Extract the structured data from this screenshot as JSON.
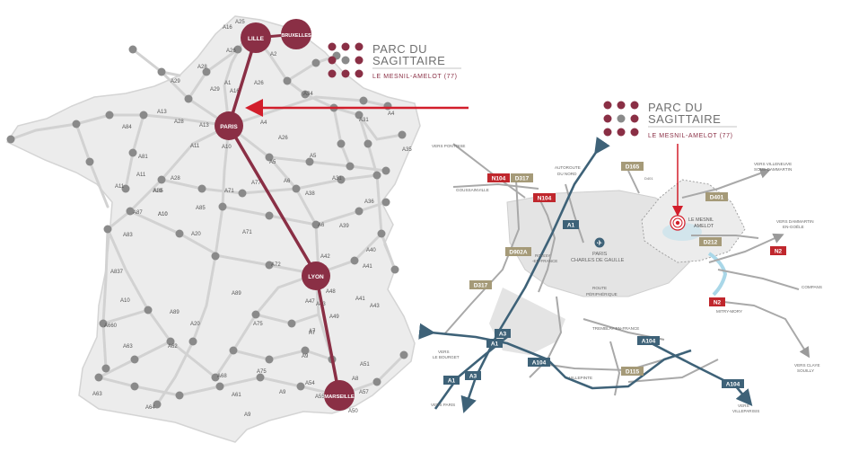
{
  "brand": {
    "title_line1": "PARC DU",
    "title_line2": "SAGITTAIRE",
    "subtitle": "LE MESNIL-AMELOT (77)",
    "colors": {
      "bordeaux": "#8a2f45",
      "grey": "#8c8c8c",
      "red": "#d21e2b",
      "blue": "#3e6278"
    }
  },
  "france_map": {
    "cities": [
      "LILLE",
      "BRUXELLES",
      "PARIS",
      "LYON",
      "MARSEILLE"
    ],
    "road_labels": [
      "A25",
      "A16",
      "A26",
      "A2",
      "A28",
      "A29",
      "A1",
      "A26",
      "A34",
      "A29",
      "A16",
      "A13",
      "A28",
      "A13",
      "A4",
      "A31",
      "A4",
      "A84",
      "A11",
      "A10",
      "A26",
      "A35",
      "A81",
      "A11",
      "A28",
      "A19",
      "A5",
      "A5",
      "A11",
      "A85",
      "A10",
      "A71",
      "A77",
      "A6",
      "A38",
      "A31",
      "A87",
      "A10",
      "A85",
      "A36",
      "A83",
      "A20",
      "A71",
      "A6",
      "A39",
      "A40",
      "A837",
      "A72",
      "A42",
      "A43",
      "A41",
      "A10",
      "A89",
      "A47",
      "A48",
      "A41",
      "A660",
      "A89",
      "A20",
      "A7",
      "A49",
      "A43",
      "A63",
      "A62",
      "A75",
      "A7",
      "A9",
      "A51",
      "A68",
      "A54",
      "A75",
      "A8",
      "A63",
      "A61",
      "A9",
      "A55",
      "A57",
      "A64",
      "A9",
      "A50"
    ]
  },
  "local_map": {
    "places": {
      "vers_pontoise": "VERS PONTOISE",
      "goussainville": "GOUSSAINVILLE",
      "autoroute_nord_1": "AUTOROUTE",
      "autoroute_nord_2": "DU NORD",
      "roissy": "ROISSY",
      "roissy2": "-EN-FRANCE",
      "airport1": "PARIS",
      "airport2": "CHARLES DE GAULLE",
      "route_peri1": "ROUTE",
      "route_peri2": "PÉRIPHÉRIQUE",
      "mesnil1": "LE MESNIL",
      "mesnil2": "AMELOT",
      "vers_villeneuve1": "VERS VILLENEUVE",
      "vers_villeneuve2": "SOUS-DAMMARTIN",
      "vers_dammartin1": "VERS DAMMARTIN",
      "vers_dammartin2": "EN-GOËLE",
      "compans": "COMPANS",
      "mitry": "MITRY-MORY",
      "tremblay": "TREMBLAY-EN-FRANCE",
      "villepinte": "VILLEPINTE",
      "vers_le_bourget1": "VERS",
      "vers_le_bourget2": "LE BOURGET",
      "vers_paris": "VERS PARIS",
      "vers_claye1": "VERS CLAYE",
      "vers_claye2": "SOUILLY",
      "vers_villeparisis1": "VERS",
      "vers_villeparisis2": "VILLEPARISIS",
      "d401_label": "D401"
    },
    "shields": {
      "n104_a": "N104",
      "d317_a": "D317",
      "n104_b": "N104",
      "d165": "D165",
      "d902a": "D902A",
      "d317_b": "D317",
      "d401": "D401",
      "d212": "D212",
      "n2_a": "N2",
      "n2_b": "N2",
      "a1_a": "A1",
      "a1_b": "A1",
      "a1_c": "A1",
      "a3_a": "A3",
      "a3_b": "A3",
      "a104_a": "A104",
      "a104_b": "A104",
      "a104_c": "A104",
      "d115": "D115"
    }
  }
}
